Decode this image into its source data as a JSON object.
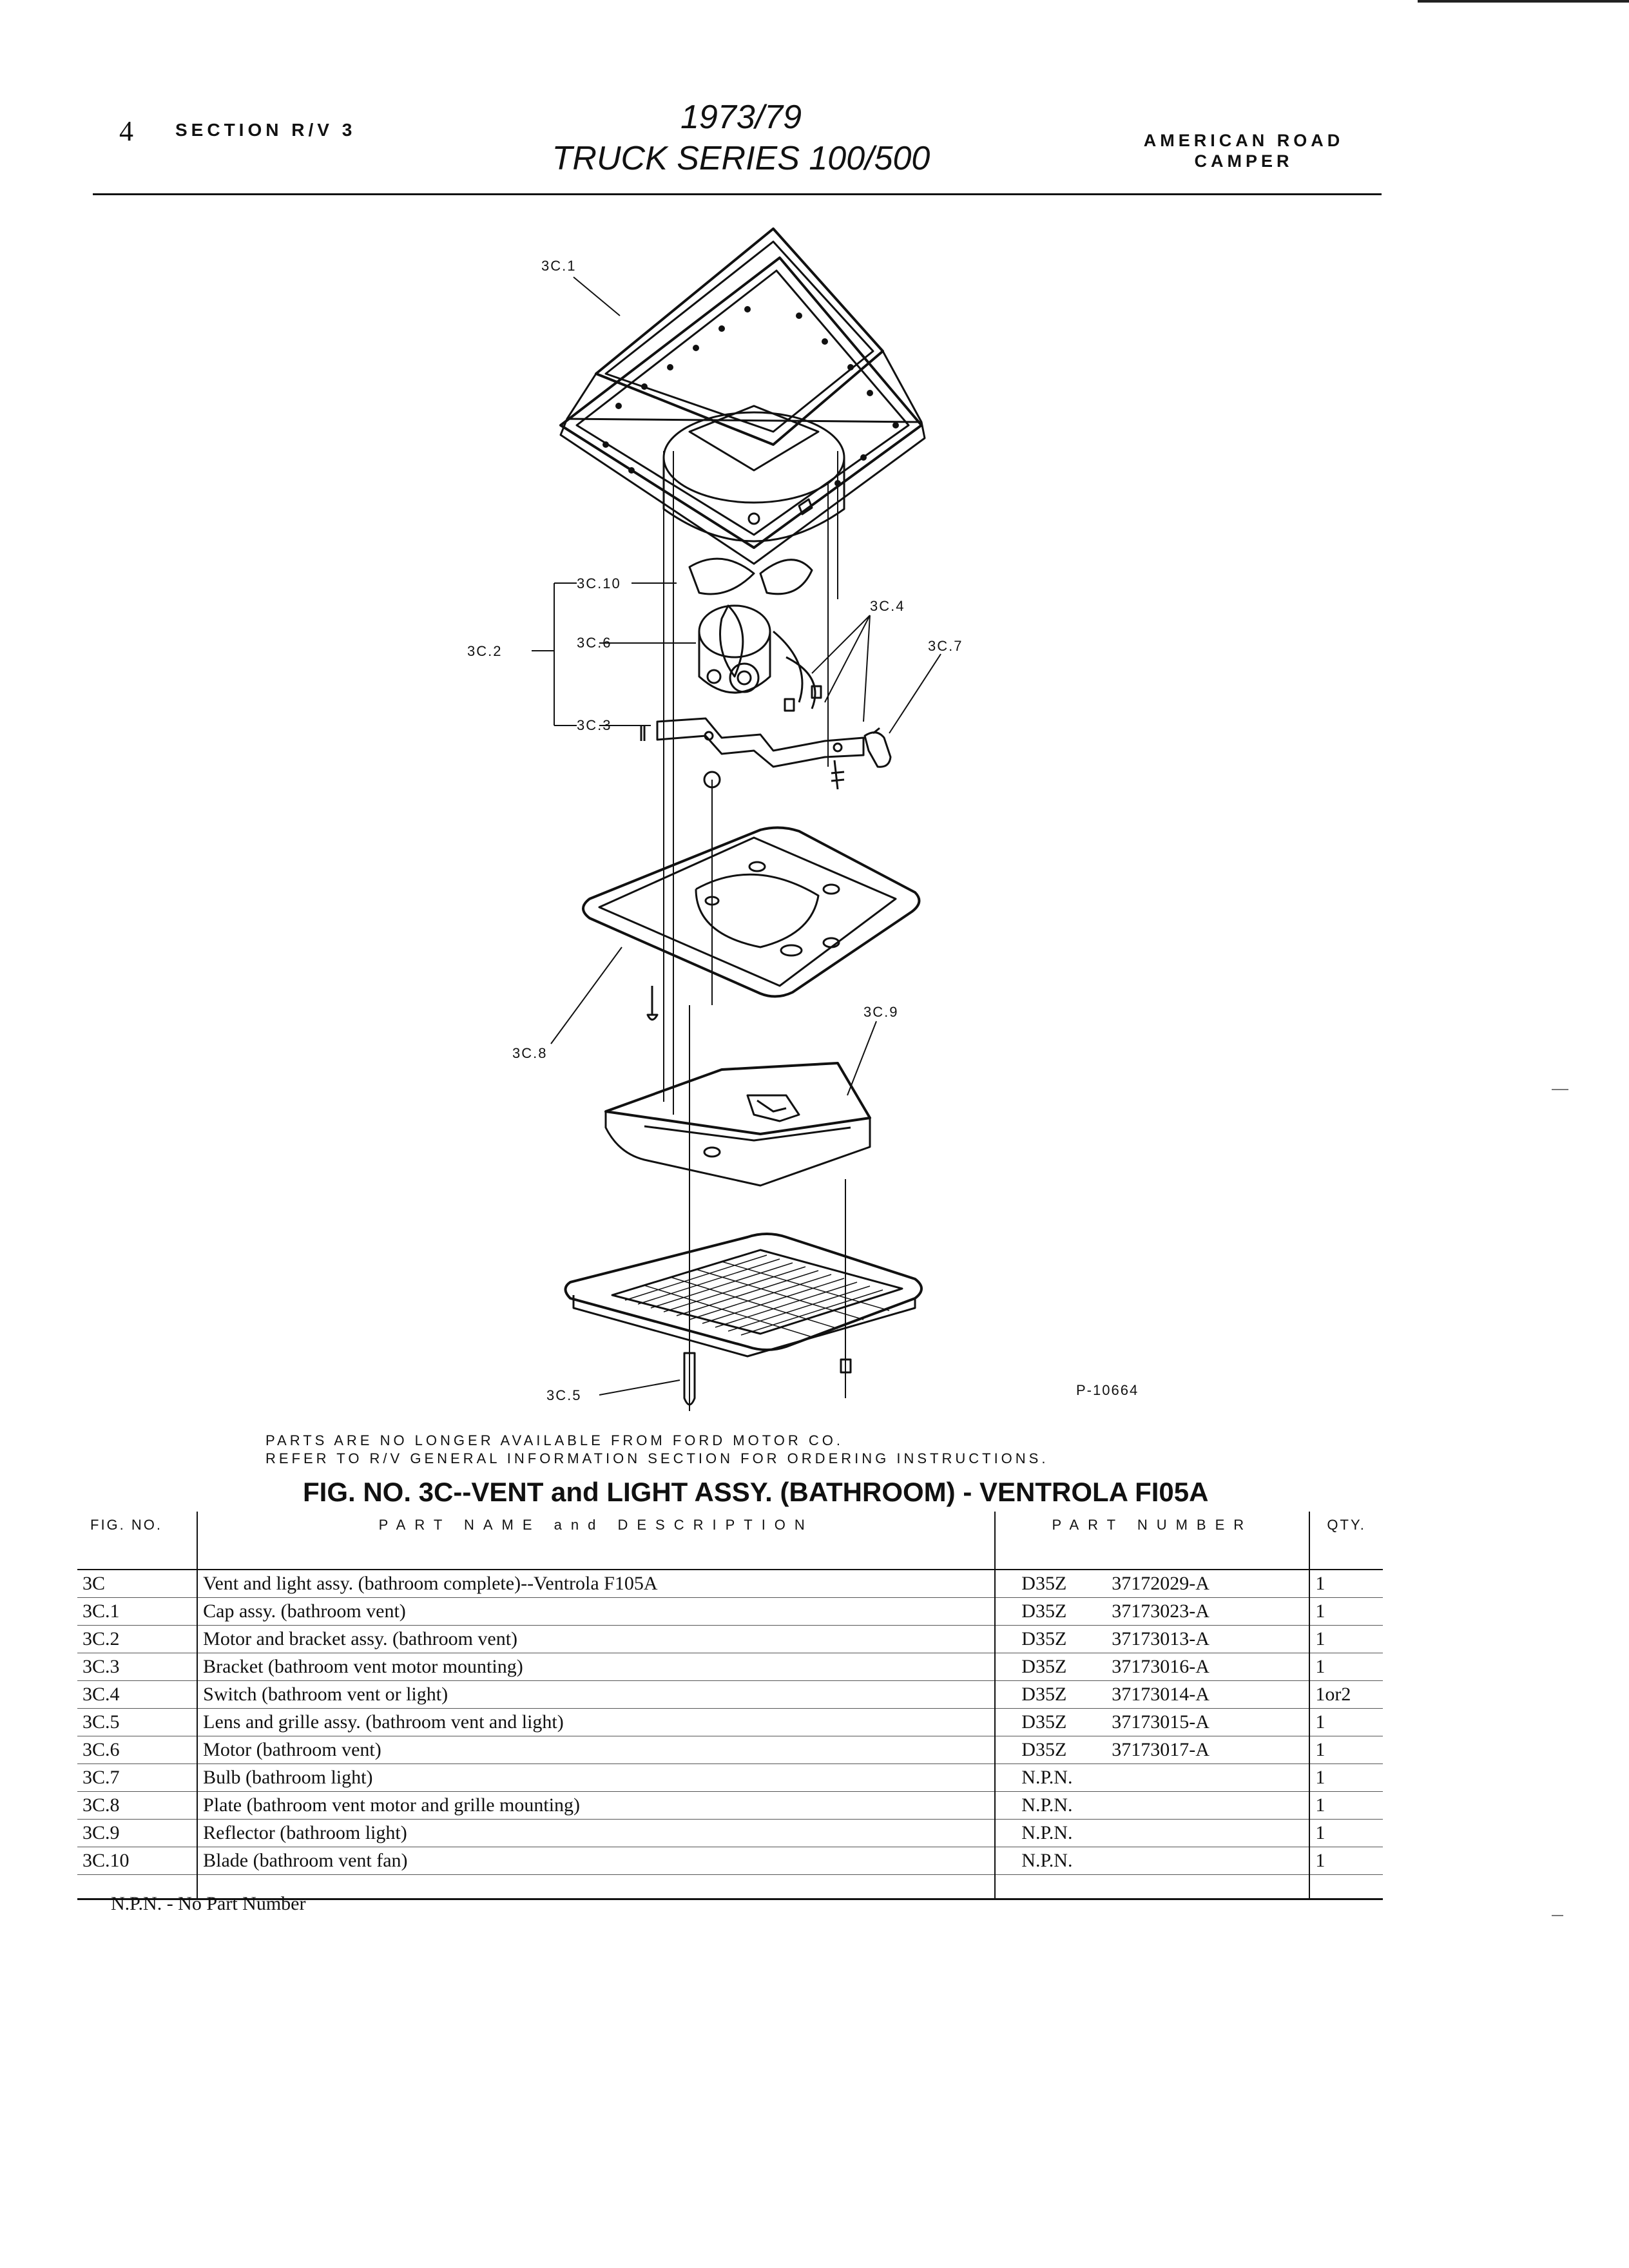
{
  "header": {
    "page_number": "4",
    "section": "SECTION R/V 3",
    "title_year": "1973/79",
    "title_series": "TRUCK SERIES 100/500",
    "publisher_line1": "AMERICAN ROAD",
    "publisher_line2": "CAMPER"
  },
  "diagram": {
    "callouts": [
      "3C.1",
      "3C.10",
      "3C.2",
      "3C.6",
      "3C.3",
      "3C.4",
      "3C.7",
      "3C.8",
      "3C.9",
      "3C.5"
    ],
    "drawing_number": "P-10664"
  },
  "notice": {
    "line1": "PARTS ARE NO LONGER AVAILABLE FROM FORD MOTOR CO.",
    "line2": "REFER TO R/V GENERAL INFORMATION SECTION FOR ORDERING INSTRUCTIONS."
  },
  "figure_title": "FIG. NO. 3C--VENT and LIGHT ASSY. (BATHROOM) - VENTROLA FI05A",
  "table": {
    "headers": {
      "fig_no": "FIG. NO.",
      "part_name": "PART NAME and DESCRIPTION",
      "part_number": "PART NUMBER",
      "qty": "QTY."
    },
    "rows": [
      {
        "fig": "3C",
        "desc": "Vent and light assy. (bathroom complete)--Ventrola F105A",
        "pn_prefix": "D35Z",
        "pn_number": "37172029-A",
        "qty": "1"
      },
      {
        "fig": "3C.1",
        "desc": "Cap assy. (bathroom vent)",
        "pn_prefix": "D35Z",
        "pn_number": "37173023-A",
        "qty": "1"
      },
      {
        "fig": "3C.2",
        "desc": "Motor and bracket assy. (bathroom vent)",
        "pn_prefix": "D35Z",
        "pn_number": "37173013-A",
        "qty": "1"
      },
      {
        "fig": "3C.3",
        "desc": "Bracket (bathroom vent motor mounting)",
        "pn_prefix": "D35Z",
        "pn_number": "37173016-A",
        "qty": "1"
      },
      {
        "fig": "3C.4",
        "desc": "Switch (bathroom vent or light)",
        "pn_prefix": "D35Z",
        "pn_number": "37173014-A",
        "qty": "1or2"
      },
      {
        "fig": "3C.5",
        "desc": "Lens and grille assy. (bathroom vent and light)",
        "pn_prefix": "D35Z",
        "pn_number": "37173015-A",
        "qty": "1"
      },
      {
        "fig": "3C.6",
        "desc": "Motor (bathroom vent)",
        "pn_prefix": "D35Z",
        "pn_number": "37173017-A",
        "qty": "1"
      },
      {
        "fig": "3C.7",
        "desc": "Bulb (bathroom light)",
        "pn_prefix": "N.P.N.",
        "pn_number": "",
        "qty": "1"
      },
      {
        "fig": "3C.8",
        "desc": "Plate (bathroom vent motor and grille mounting)",
        "pn_prefix": "N.P.N.",
        "pn_number": "",
        "qty": "1"
      },
      {
        "fig": "3C.9",
        "desc": "Reflector (bathroom light)",
        "pn_prefix": "N.P.N.",
        "pn_number": "",
        "qty": "1"
      },
      {
        "fig": "3C.10",
        "desc": "Blade (bathroom vent fan)",
        "pn_prefix": "N.P.N.",
        "pn_number": "",
        "qty": "1"
      }
    ]
  },
  "footnote": "N.P.N. - No Part Number"
}
